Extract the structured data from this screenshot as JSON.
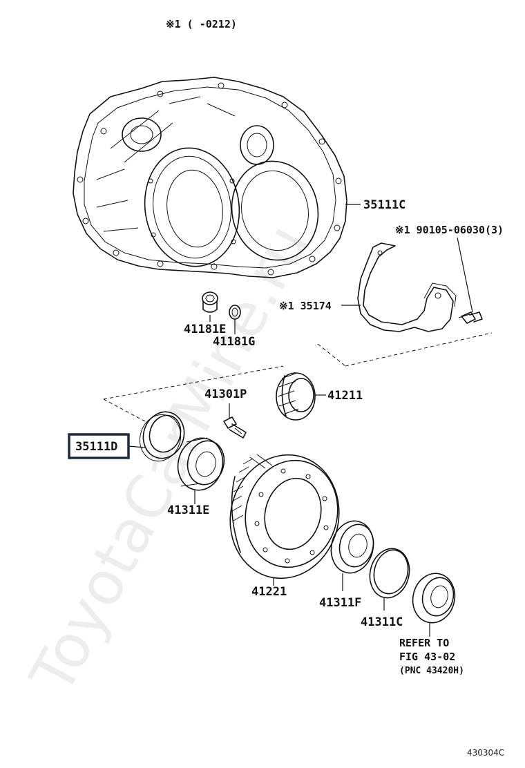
{
  "header_note": "※1 (     -0212)",
  "watermark": "ToyotaCarMine.ru",
  "parts": {
    "case": "35111C",
    "bolt_ref": "※1 90105-06030(3)",
    "bracket_ref": "※1 35174",
    "plug": "41181E",
    "gasket": "41181G",
    "pin": "41301P",
    "pinion_gear": "41211",
    "oil_seal": "35111D",
    "bearing_left": "41311E",
    "ring_gear": "41221",
    "bearing_right": "41311F",
    "race": "41311C"
  },
  "refer_note": {
    "line1": "REFER TO",
    "line2": "FIG 43-02",
    "line3": "(PNC 43420H)"
  },
  "figure_code": "430304C"
}
